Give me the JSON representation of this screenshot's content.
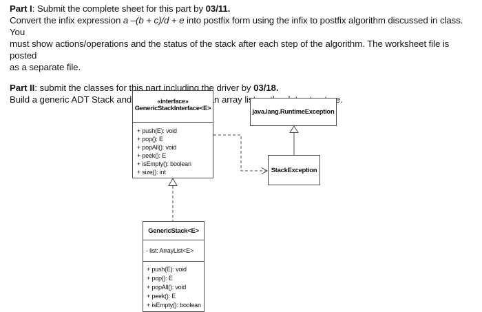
{
  "part1": {
    "heading_bold": "Part I",
    "heading_rest": ": Submit the complete sheet for this part by ",
    "due_date": "03/11.",
    "line2_pre": "Convert the infix expression ",
    "expression": "a –(b + c)/d + e",
    "line2_post": " into postfix form using the infix to postfix algorithm discussed in class. You",
    "line3": "must show actions/operations and the status of the stack after each step of the algorithm. The worksheet file is posted",
    "line4": "as a separate file."
  },
  "part2": {
    "heading_bold": "Part II",
    "heading_rest": ": submit the classes for this part including the driver by ",
    "due_date": "03/18.",
    "line2": "Build a generic ADT Stack and implement it using an array list as the data structure."
  },
  "diagram": {
    "interface_class": {
      "stereotype": "«interface»",
      "name": "GenericStackInterface<E>",
      "methods": [
        "+ push(E): void",
        "+ pop(): E",
        "+ popAll(): void",
        "+ peek(): E",
        "+ isEmpty(): boolean",
        "+ size(): int"
      ]
    },
    "runtime_exception_class": {
      "name": "java.lang.RuntimeException"
    },
    "stack_exception_class": {
      "name": "StackException"
    },
    "generic_stack_class": {
      "name": "GenericStack<E>",
      "attributes": [
        "- list: ArrayList<E>"
      ],
      "methods": [
        "+ push(E): void",
        "+ pop(): E",
        "+ popAll(): void",
        "+ peek(): E",
        "+ isEmpty(): boolean"
      ]
    }
  },
  "colors": {
    "background": "#ffffff",
    "text": "#141414",
    "box_border": "#4a4a4a"
  }
}
